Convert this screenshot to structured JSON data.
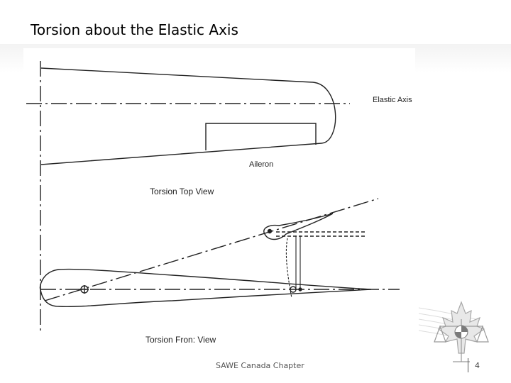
{
  "slide": {
    "title": "Torsion about the Elastic Axis"
  },
  "figure": {
    "labels": {
      "elastic_axis": "Elastic Axis",
      "aileron": "Aileron",
      "top_view": "Torsion Top View",
      "front_view": "Torsion Fron: View"
    }
  },
  "footer": {
    "text": "SAWE Canada Chapter",
    "page": "4"
  },
  "logo": {
    "icon": "maple-leaf-scales-icon",
    "colors": {
      "leaf": "#e8e8e8",
      "line": "#9a9a9a"
    }
  }
}
